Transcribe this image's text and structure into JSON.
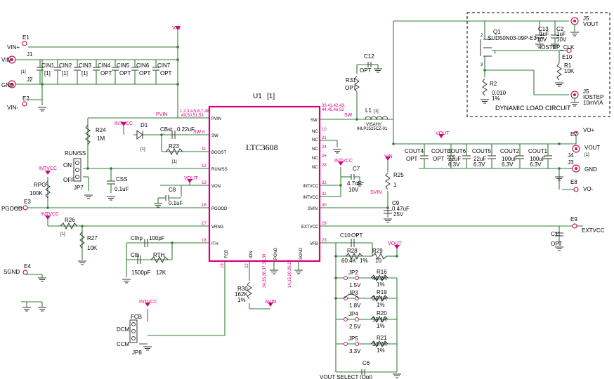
{
  "ic": {
    "ref": "U1",
    "ref_note": "[1]",
    "part": "LTC3608",
    "left_pins": [
      {
        "num": "1,2,3,4,5,6,7,48,49,50,51,53",
        "name": "PVIN"
      },
      {
        "num": "8",
        "name": "SW"
      },
      {
        "num": "11",
        "name": "BOOST"
      },
      {
        "num": "12",
        "name": "RUN/SS"
      },
      {
        "num": "13",
        "name": "VON"
      },
      {
        "num": "16",
        "name": "PGOOD"
      },
      {
        "num": "17",
        "name": "VRNG"
      },
      {
        "num": "18",
        "name": "ITH"
      }
    ],
    "right_pins": [
      {
        "num": "33,41,42,43,44,45,46,52",
        "name": "SW"
      },
      {
        "num": "10",
        "name": "NC"
      },
      {
        "num": "21",
        "name": "NC"
      },
      {
        "num": "24",
        "name": "NC"
      },
      {
        "num": "25",
        "name": "NC"
      },
      {
        "num": "28",
        "name": "NC"
      },
      {
        "num": "32",
        "name": "INTVCC"
      },
      {
        "num": "31",
        "name": "INTVCC"
      },
      {
        "num": "30",
        "name": "SVIN"
      },
      {
        "num": "29",
        "name": "EXTVCC"
      },
      {
        "num": "23",
        "name": "VFB"
      }
    ],
    "bottom_pins": [
      {
        "num": "19",
        "name": "FCB"
      },
      {
        "num": "22",
        "name": "ION"
      },
      {
        "num": "34,35,36,37,38,39",
        "name": "PGND"
      },
      {
        "num": "14,15,20,26,27",
        "name": "SGND"
      }
    ],
    "left_pin1_num": "1,2,3,4,5,6,7,48,",
    "left_pin1_num2": "49,50,51,53",
    "right_pin1_num": "33,41,42,43,",
    "right_pin1_num2": "44,45,46,52",
    "bottom_pin3_num": "34,35,36,37,38,39",
    "bottom_pin4_num": "14,15,20,26,27"
  },
  "terminals": {
    "e1": "E1",
    "vin_plus": "VIN+",
    "j1": "J1",
    "vin": "VIN",
    "j1_note": "[1]",
    "j2": "J2",
    "gnd": "GND",
    "e2": "E2",
    "vin_minus": "VIN-",
    "e3": "E3",
    "pgood": "PGOOD",
    "e4": "E4",
    "sgnd": "SGND",
    "e7": "E7",
    "vo_plus": "VO+",
    "j4": "J4",
    "vout_out": "VOUT",
    "j4_note": "[1]",
    "j3": "J3",
    "gnd_out": "GND",
    "e8": "E8",
    "vo_minus": "VO-",
    "e9": "E9",
    "extvcc": "EXTVCC",
    "e10": "E10",
    "iostep_clk": "IOSTEP_CLK",
    "j5a": "J5",
    "vout_j5": "VOUT",
    "j5b": "J5",
    "iostep": "IOSTEP",
    "iostep_scale": "10mV/A"
  },
  "nets": {
    "vin": "VIN",
    "pvin": "PVIN",
    "intvcc1": "INTVCC",
    "intvcc2": "INTVCC",
    "intvcc3": "INTVCC",
    "intvcc4": "INTVCC",
    "vout1": "VOUT",
    "vout2": "VOUT",
    "vout3": "VOUT",
    "svin1": "SVIN",
    "svin2": "SVIN",
    "vin2": "VIN",
    "sw": "SW",
    "sw_left": "SW"
  },
  "input_caps": [
    {
      "ref": "CIN1",
      "val": "[1]"
    },
    {
      "ref": "CIN2",
      "val": "[1]"
    },
    {
      "ref": "CIN3",
      "val": "[1]"
    },
    {
      "ref": "CIN4",
      "val": "OPT"
    },
    {
      "ref": "CIN5",
      "val": "OPT"
    },
    {
      "ref": "CIN6",
      "val": "OPT"
    },
    {
      "ref": "CIN7",
      "val": "OPT"
    }
  ],
  "cin_note": "[1]",
  "output_caps": [
    {
      "ref": "COUT4",
      "val": "OPT",
      "v": ""
    },
    {
      "ref": "COUT3",
      "val": "OPT",
      "v": ""
    },
    {
      "ref": "COUT6",
      "val": "22uF",
      "v": "6.3V"
    },
    {
      "ref": "COUT5",
      "val": "22uF",
      "v": "6.3V"
    },
    {
      "ref": "COUT2",
      "val": "100uF",
      "v": "6.3V"
    },
    {
      "ref": "COUT1",
      "val": "100uF",
      "v": "6.3V"
    }
  ],
  "parts": {
    "r24": "R24",
    "r24v": "1M",
    "d1": "D1",
    "d1n": "[1]",
    "cbst": "CBst",
    "cbstv": "0.22uF",
    "r23": "R23",
    "r23n": "[1]",
    "runss": "RUN/SS",
    "on": "ON",
    "off": "OFF",
    "jp7": "JP7",
    "css": "CSS",
    "cssv": "0.1uF",
    "c8": "C8",
    "c8v": "0.1uF",
    "rpg": "RPG",
    "rpgv": "100K",
    "r26": "R26",
    "r26n": "[1]",
    "r27": "R27",
    "r27v": "10K",
    "cthp": "Cthp",
    "cthpv": "100pF",
    "cth": "Cth",
    "cthv": "1500pF",
    "rth": "RTH",
    "rthv": "12K",
    "fcb": "FCB",
    "dcm": "DCM",
    "ccm": "CCM",
    "jp8": "JP8",
    "r30": "R30",
    "r30v": "162K",
    "r30p": "1%",
    "r31": "R31",
    "r31v": "OPT",
    "c12": "C12",
    "c12v": "OPT",
    "l1": "L1",
    "l1n": "[1]",
    "l1m": "VISAHY",
    "l1p": "IHLP2525CZ-01",
    "c7": "C7",
    "c7v": "4.7uF",
    "c7r": "10V",
    "r25": "R25",
    "r25v": "1",
    "c9": "C9",
    "c9v": "0.47uF",
    "c9r": "25V",
    "c11": "C11",
    "c11v": "OPT",
    "c10": "C10",
    "c10v": "OPT",
    "r28": "R28",
    "r28v": "60.4K",
    "r28p": "1%",
    "r29": "R29",
    "r29v": "10",
    "jp2": "JP2",
    "jp2v": "1.5V",
    "r16": "R16",
    "r16v": "40.2K",
    "r16p": "1%",
    "jp3": "JP3",
    "jp3v": "1.8V",
    "r19": "R19",
    "r19v": "30.1K",
    "r19p": "1%",
    "jp4": "JP4",
    "jp4v": "2.5V",
    "r20": "R20",
    "r20v": "19.1K",
    "r20p": "1%",
    "jp5": "JP5",
    "jp5v": "3.3V",
    "r21": "R21",
    "r21v": "13.7K",
    "r21p": "1%",
    "c6": "C6",
    "c6v": "(Opt)",
    "vout_select": "VOUT SELECT",
    "q1": "Q1",
    "q1p": "SUD50N03-09P-E3",
    "c13": "C13",
    "c13v": "1uF",
    "c13r": "10V",
    "c2": "C2",
    "c2v": "1uF",
    "c2r": "10V",
    "r1": "R1",
    "r1v": "10K",
    "r2": "R2",
    "r2v": "0.010",
    "r2p": "1%",
    "dyn": "DYNAMIC LOAD CIRCUIT"
  }
}
